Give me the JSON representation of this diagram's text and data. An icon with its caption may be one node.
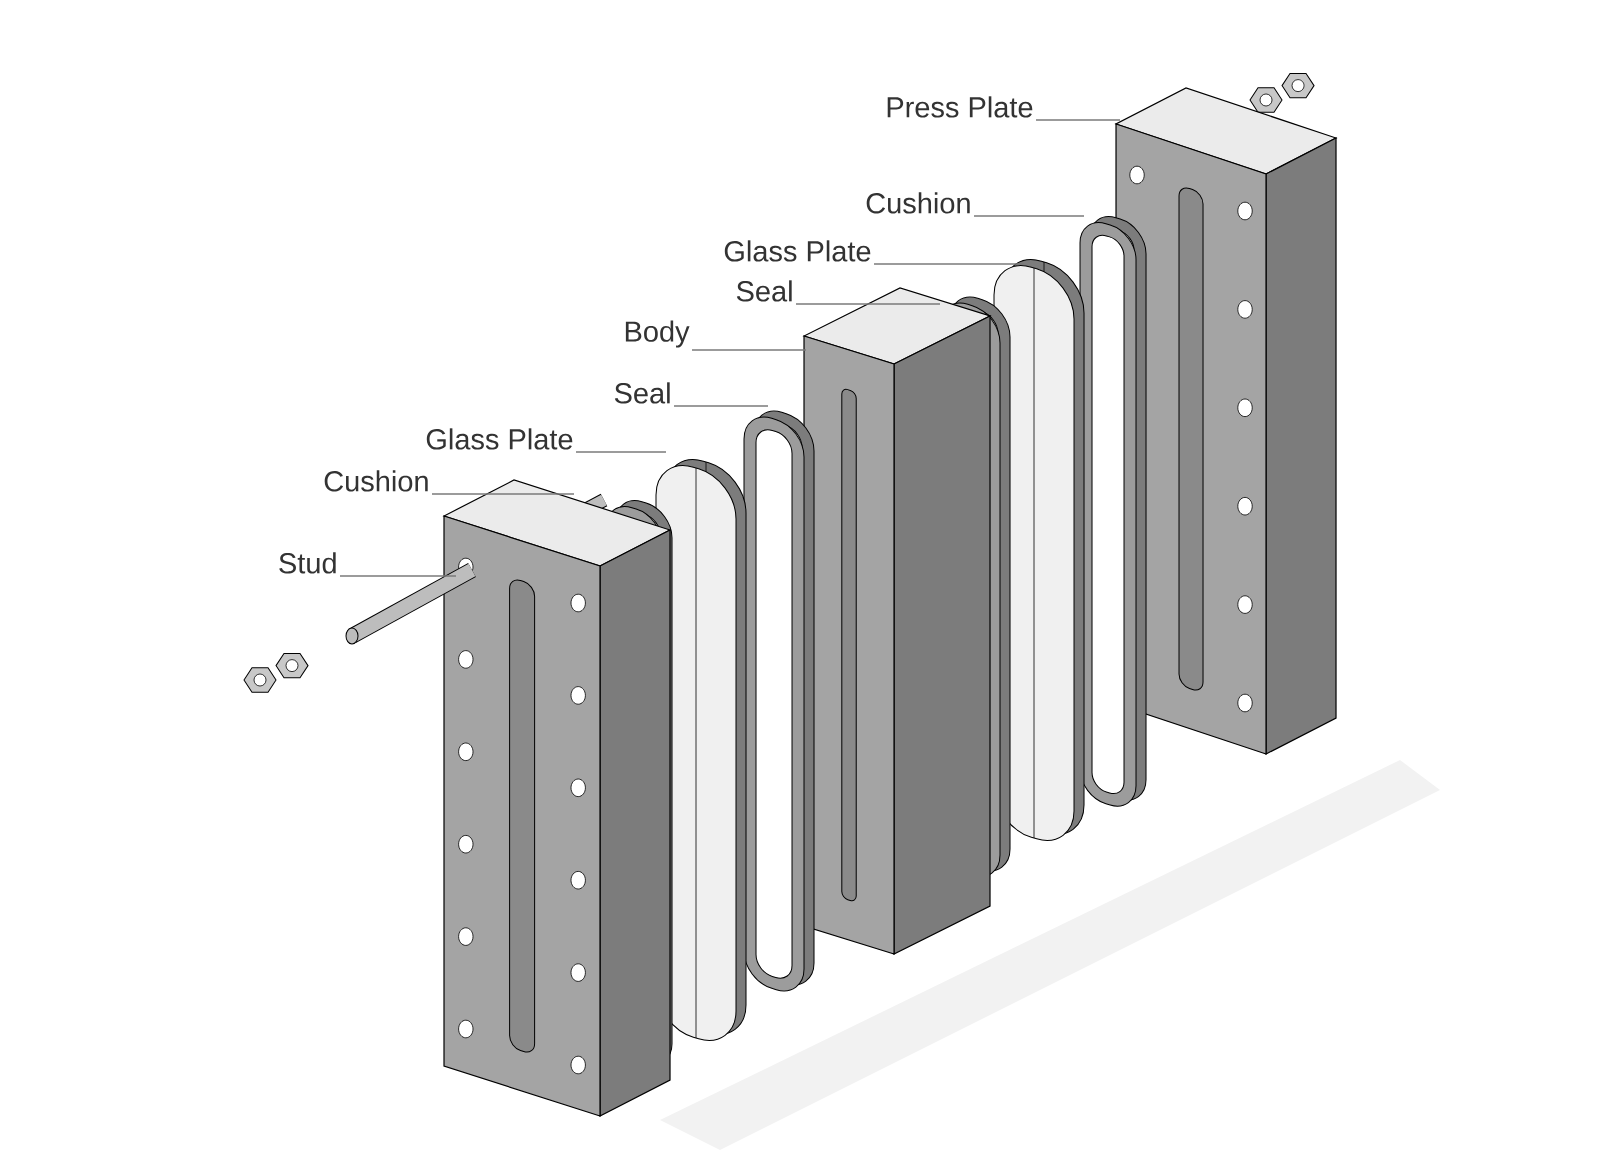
{
  "diagram": {
    "nodes": [
      {
        "text": [
          "Press Plate"
        ]
      },
      {
        "text": [
          "Cushion"
        ]
      },
      {
        "text": [
          "Glass Plate"
        ]
      },
      {
        "text": [
          "Seal"
        ]
      },
      {
        "text": [
          "Body"
        ]
      },
      {
        "text": [
          "Seal"
        ]
      },
      {
        "text": [
          "Glass Plate"
        ]
      },
      {
        "text": [
          "Cushion"
        ]
      },
      {
        "text": [
          "Stud"
        ]
      }
    ],
    "edges": [
      {
        "from": 0,
        "to": null,
        "arrow": "none"
      },
      {
        "from": 1,
        "to": null,
        "arrow": "none"
      },
      {
        "from": 2,
        "to": null,
        "arrow": "none"
      },
      {
        "from": 3,
        "to": null,
        "arrow": "none"
      },
      {
        "from": 4,
        "to": null,
        "arrow": "none"
      },
      {
        "from": 5,
        "to": null,
        "arrow": "none"
      },
      {
        "from": 6,
        "to": null,
        "arrow": "none"
      },
      {
        "from": 7,
        "to": null,
        "arrow": "none"
      },
      {
        "from": 8,
        "to": null,
        "arrow": "none"
      }
    ]
  }
}
